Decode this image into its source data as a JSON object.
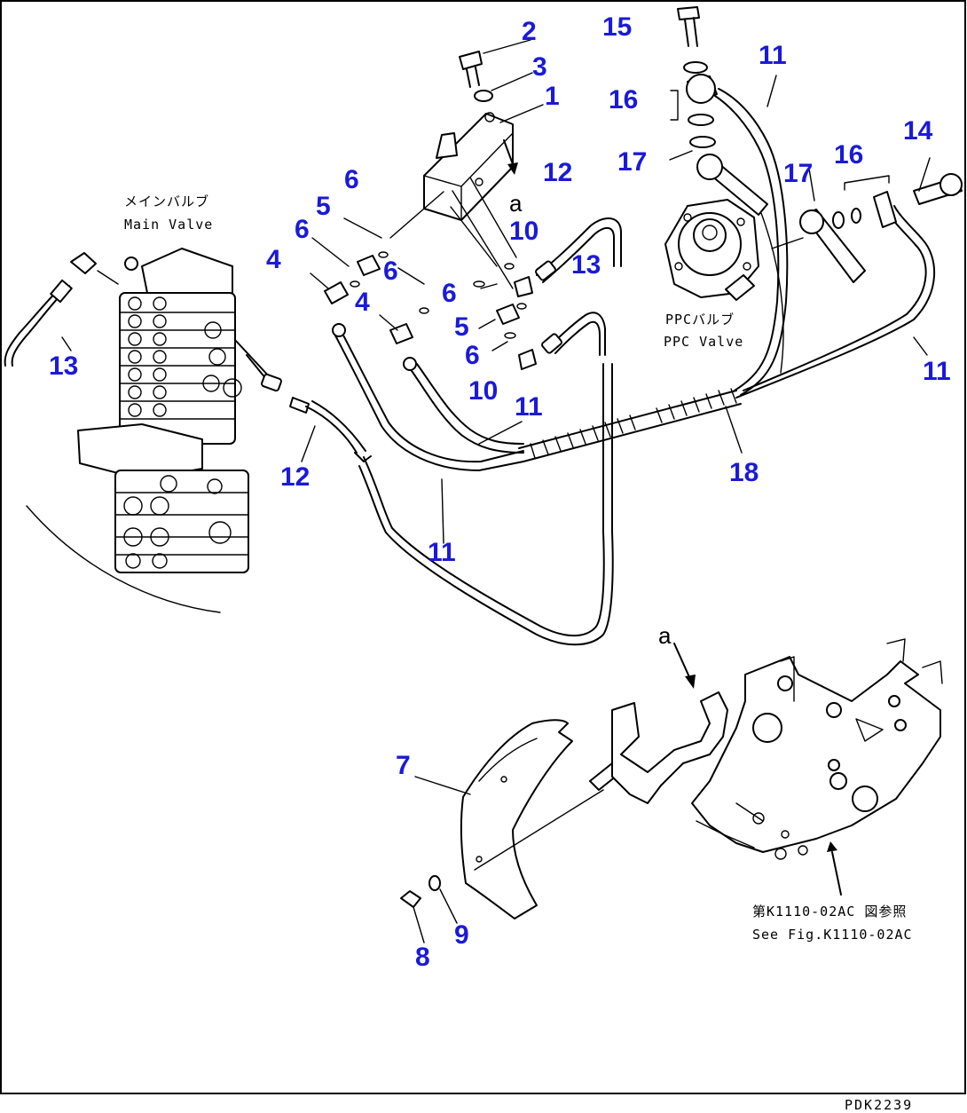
{
  "callouts": {
    "n1": "1",
    "n2": "2",
    "n3": "3",
    "n4a": "4",
    "n4b": "4",
    "n5a": "5",
    "n5b": "5",
    "n6a": "6",
    "n6b": "6",
    "n6c": "6",
    "n6d": "6",
    "n6e": "6",
    "n7": "7",
    "n8": "8",
    "n9": "9",
    "n10a": "10",
    "n10b": "10",
    "n11a": "11",
    "n11b": "11",
    "n11c": "11",
    "n11d": "11",
    "n12a": "12",
    "n12b": "12",
    "n13a": "13",
    "n13b": "13",
    "n14": "14",
    "n15": "15",
    "n16a": "16",
    "n16b": "16",
    "n17a": "17",
    "n17b": "17",
    "n18": "18"
  },
  "view_marks": {
    "a_top": "a",
    "a_bottom": "a"
  },
  "labels": {
    "main_valve_jp": "メインバルブ",
    "main_valve_en": "Main Valve",
    "ppc_valve_jp": "PPCバルブ",
    "ppc_valve_en": "PPC Valve",
    "see_fig_jp": "第K1110-02AC 図参照",
    "see_fig_en": "See Fig.K1110-02AC",
    "drawing_code": "PDK2239"
  }
}
